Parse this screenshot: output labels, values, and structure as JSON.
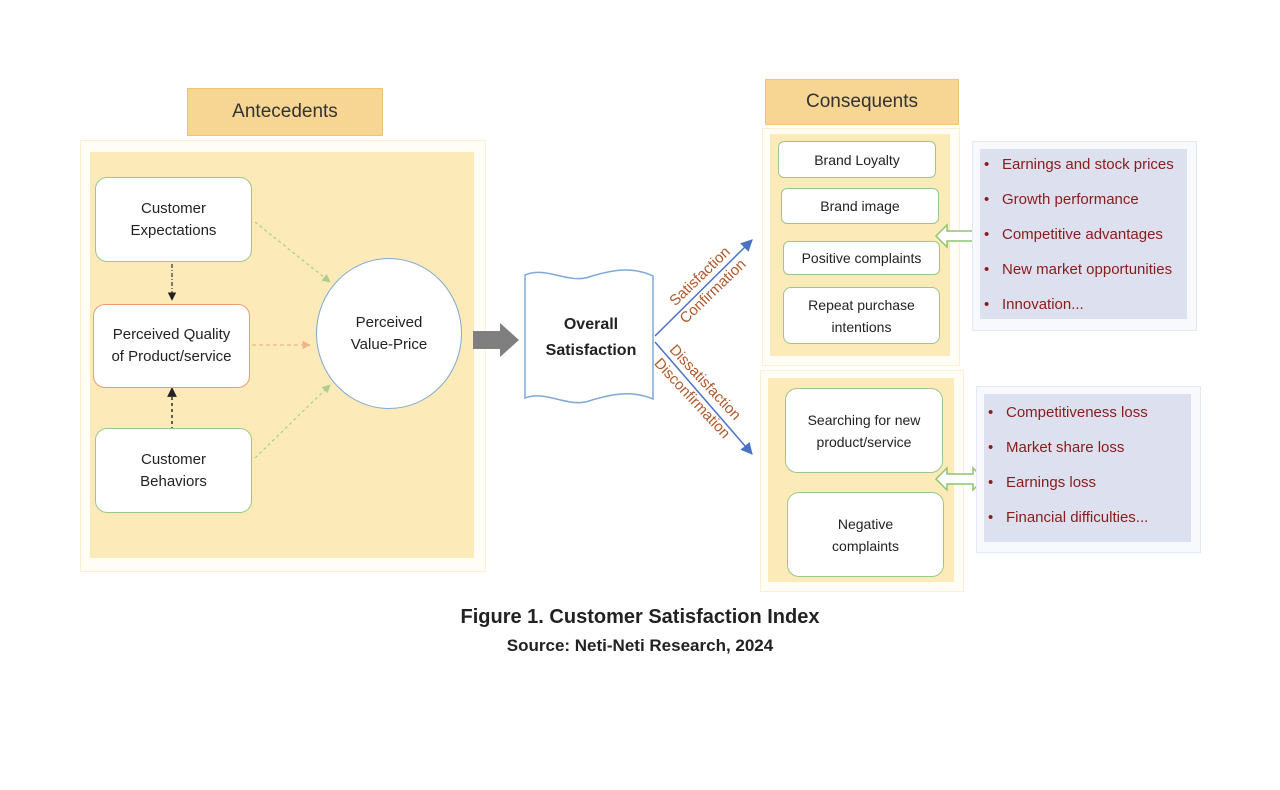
{
  "antecedents": {
    "header": "Antecedents",
    "customer_expectations": "Customer Expectations",
    "perceived_quality": "Perceived Quality of Product/service",
    "customer_behaviors": "Customer Behaviors",
    "perceived_value": "Perceived Value-Price"
  },
  "center": {
    "overall_satisfaction": "Overall Satisfaction"
  },
  "branches": {
    "upper_line1": "Satisfaction",
    "upper_line2": "Confirmation",
    "lower_line1": "Dissatisfaction",
    "lower_line2": "Disconfirmation"
  },
  "consequents": {
    "header": "Consequents",
    "positive_items": [
      "Brand Loyalty",
      "Brand image",
      "Positive complaints",
      "Repeat purchase intentions"
    ],
    "negative_items": [
      "Searching for new product/service",
      "Negative complaints"
    ]
  },
  "outcomes": {
    "positive": [
      "Earnings and stock prices",
      "Growth performance",
      "Competitive advantages",
      "New market opportunities",
      "Innovation..."
    ],
    "negative": [
      "Competitiveness loss",
      "Market share loss",
      "Earnings loss",
      "Financial difficulties..."
    ]
  },
  "caption": {
    "title": "Figure 1. Customer Satisfaction Index",
    "source": "Source: Neti-Neti Research, 2024"
  },
  "colors": {
    "header_fill": "#f7d592",
    "panel_fill": "#fcebb8",
    "node_border_green": "#9cc78a",
    "node_border_orange": "#ef9c73",
    "list_fill": "#dde1ef",
    "list_text": "#8b1a1a",
    "branch_label": "#b0592b",
    "arrow_blue": "#4a72c4"
  }
}
